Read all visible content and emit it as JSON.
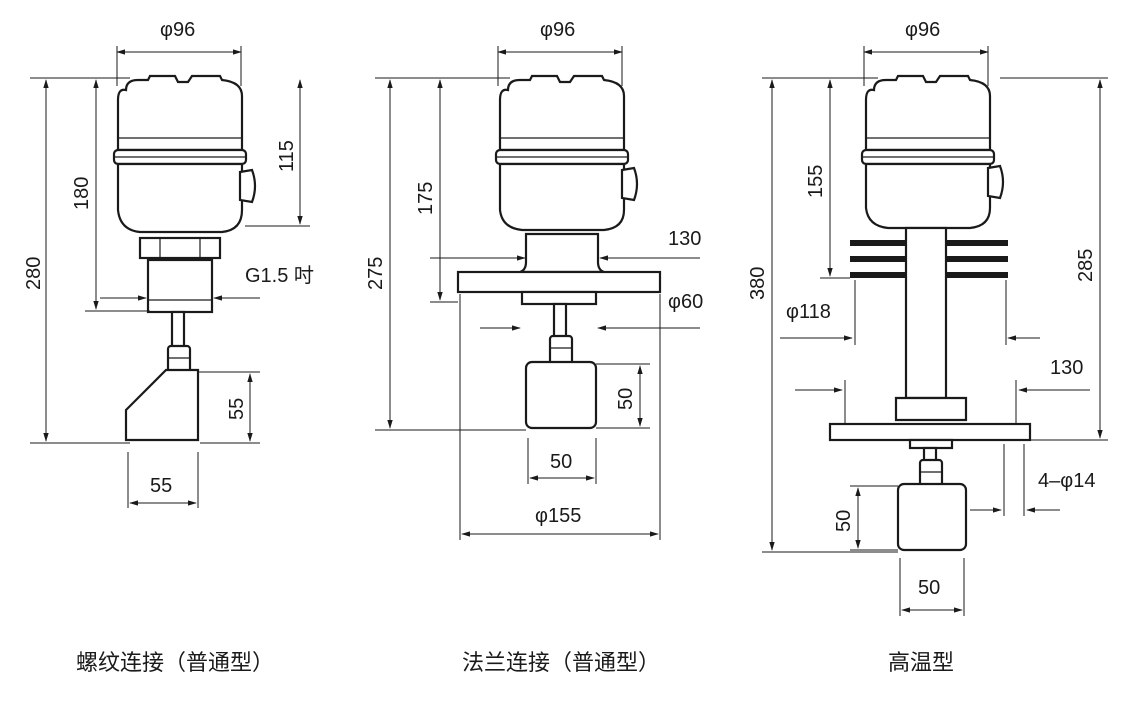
{
  "views": [
    {
      "caption": "螺纹连接（普通型）",
      "dims": {
        "dia_top": "φ96",
        "h_total": "280",
        "h_mid": "180",
        "h_head": "115",
        "thread": "G1.5 吋",
        "paddle_h": "55",
        "paddle_w": "55"
      }
    },
    {
      "caption": "法兰连接（普通型）",
      "dims": {
        "dia_top": "φ96",
        "h_total": "275",
        "h_mid": "175",
        "flange_pcd": "130",
        "dia_neck": "φ60",
        "paddle_h": "50",
        "paddle_w": "50",
        "flange_dia": "φ155"
      }
    },
    {
      "caption": "高温型",
      "dims": {
        "dia_top": "φ96",
        "h_total": "380",
        "h_head": "155",
        "h_right": "285",
        "dia_fin": "φ118",
        "flange_pcd": "130",
        "holes": "4–φ14",
        "paddle_h": "50",
        "paddle_w": "50"
      }
    }
  ]
}
